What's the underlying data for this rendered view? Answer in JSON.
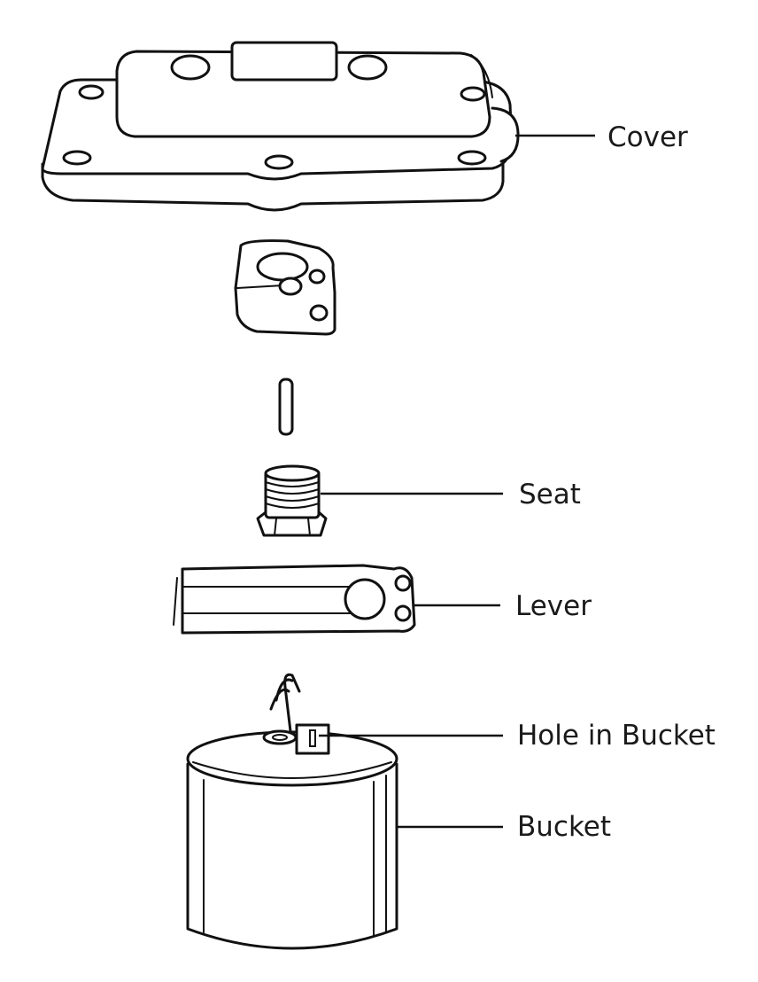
{
  "labels": {
    "cover": "Cover",
    "seat": "Seat",
    "lever": "Lever",
    "hole_in_bucket": "Hole in Bucket",
    "bucket": "Bucket"
  },
  "colors": {
    "line": "#111111",
    "background": "#ffffff"
  }
}
